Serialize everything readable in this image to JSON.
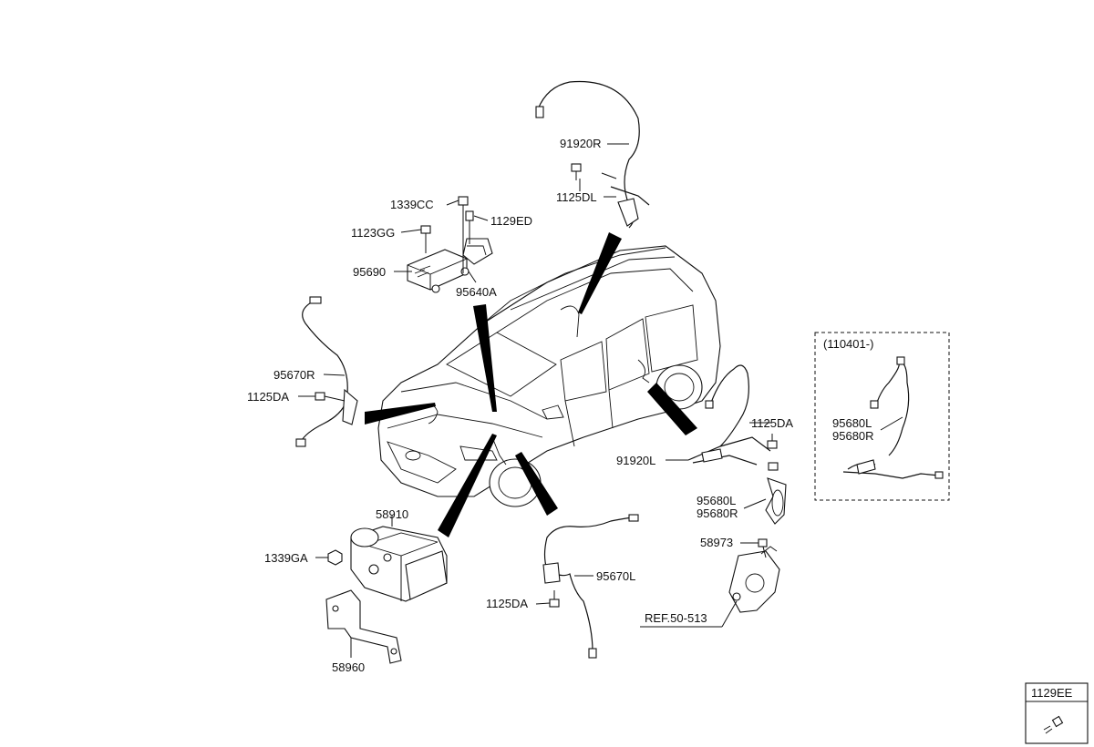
{
  "labels": {
    "p91920R": "91920R",
    "p1125DL": "1125DL",
    "p1339CC": "1339CC",
    "p1129ED": "1129ED",
    "p1123GG": "1123GG",
    "p95690": "95690",
    "p95640A": "95640A",
    "p95670R": "95670R",
    "p1125DA_left": "1125DA",
    "p1125DA_right": "1125DA",
    "p1125DA_bottom": "1125DA",
    "p91920L": "91920L",
    "p95680L": "95680L",
    "p95680R": "95680R",
    "p58910": "58910",
    "p1339GA": "1339GA",
    "p58960": "58960",
    "p95670L": "95670L",
    "p58973": "58973",
    "ref": "REF.50-513"
  },
  "inset": {
    "date": "(110401-)",
    "p95680L": "95680L",
    "p95680R": "95680R"
  },
  "legend_box": {
    "code": "1129EE"
  }
}
